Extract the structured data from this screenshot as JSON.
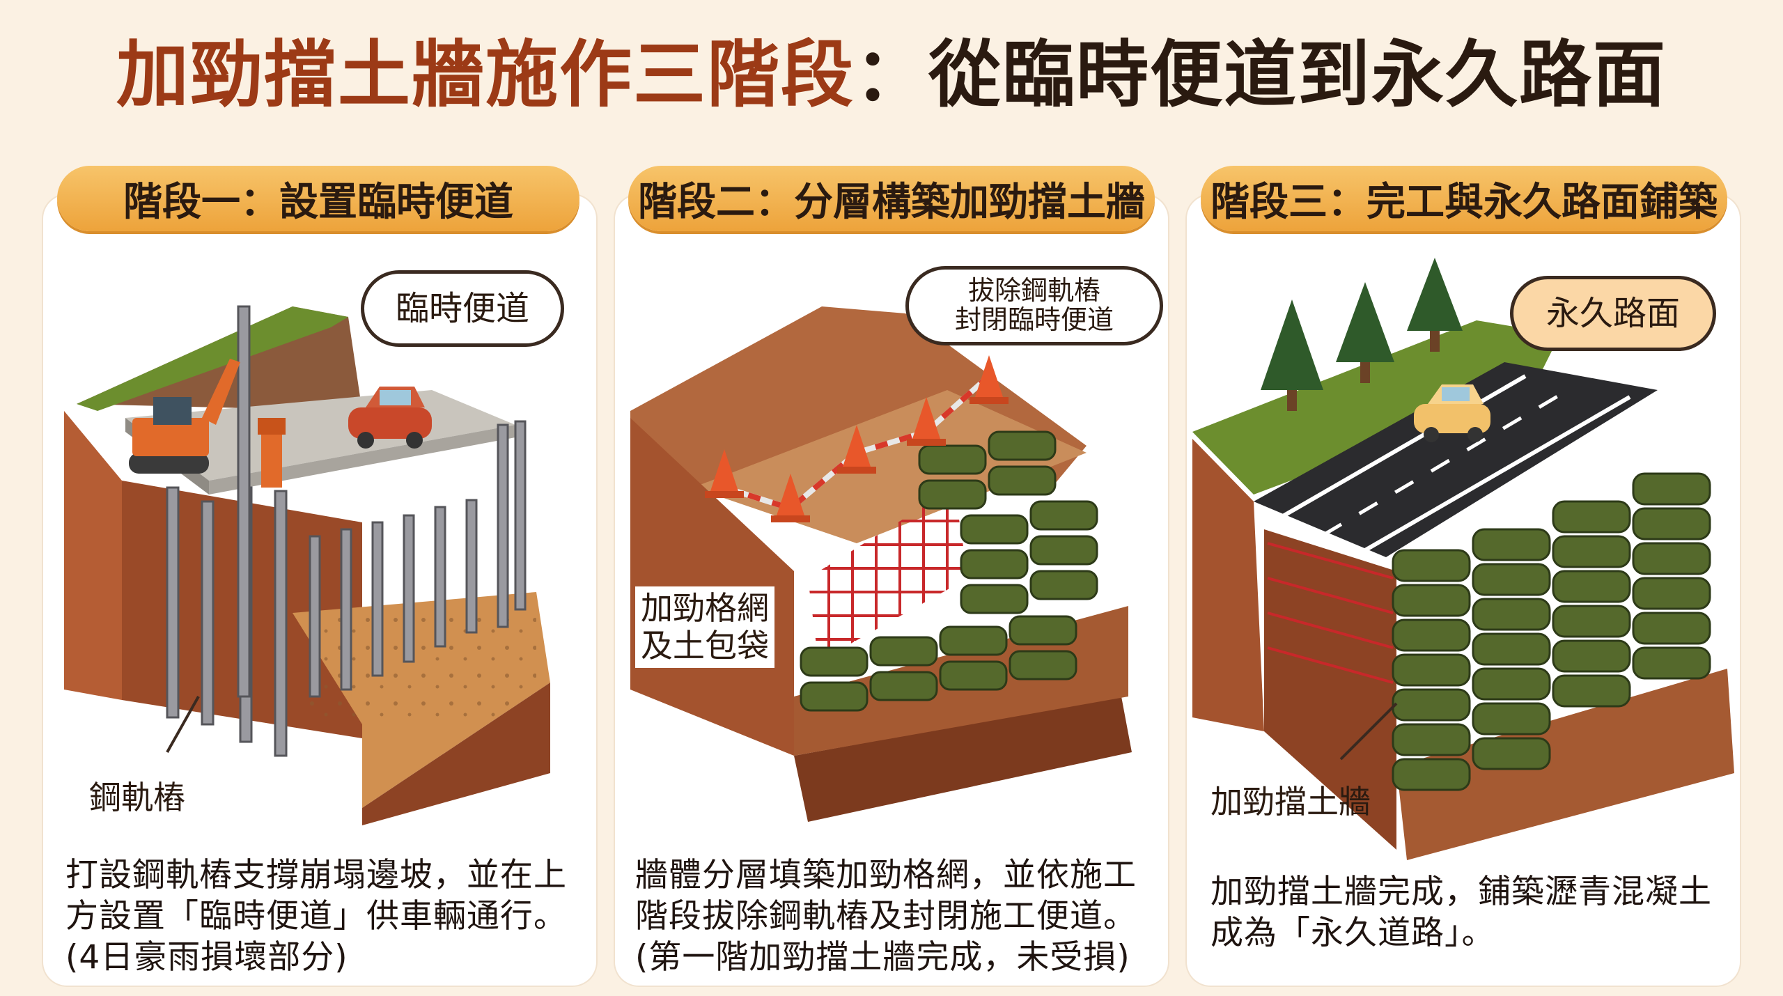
{
  "title": {
    "main": "加勁擋土牆施作三階段",
    "sub": "：從臨時便道到永久路面"
  },
  "stages": [
    {
      "heading": "階段一：設置臨時便道",
      "callout": "臨時便道",
      "label": "鋼軌樁",
      "desc": [
        "打設鋼軌樁支撐崩塌邊坡，並在上",
        "方設置「臨時便道」供車輛通行。",
        "(4日豪雨損壞部分)"
      ]
    },
    {
      "heading": "階段二：分層構築加勁擋土牆",
      "callout": [
        "拔除鋼軌樁",
        "封閉臨時便道"
      ],
      "label": [
        "加勁格網",
        "及土包袋"
      ],
      "desc": [
        "牆體分層填築加勁格網，並依施工",
        "階段拔除鋼軌樁及封閉施工便道。",
        "(第一階加勁擋土牆完成，未受損)"
      ]
    },
    {
      "heading": "階段三：完工與永久路面鋪築",
      "callout": "永久路面",
      "label": "加勁擋土牆",
      "desc": [
        "加勁擋土牆完成，鋪築瀝青混凝土",
        "成為「永久道路」。"
      ]
    }
  ],
  "colors": {
    "title_accent": "#9c3a16",
    "pill": "#eda33b",
    "soil": "#a8532e",
    "sandbag": "#556b2f"
  }
}
